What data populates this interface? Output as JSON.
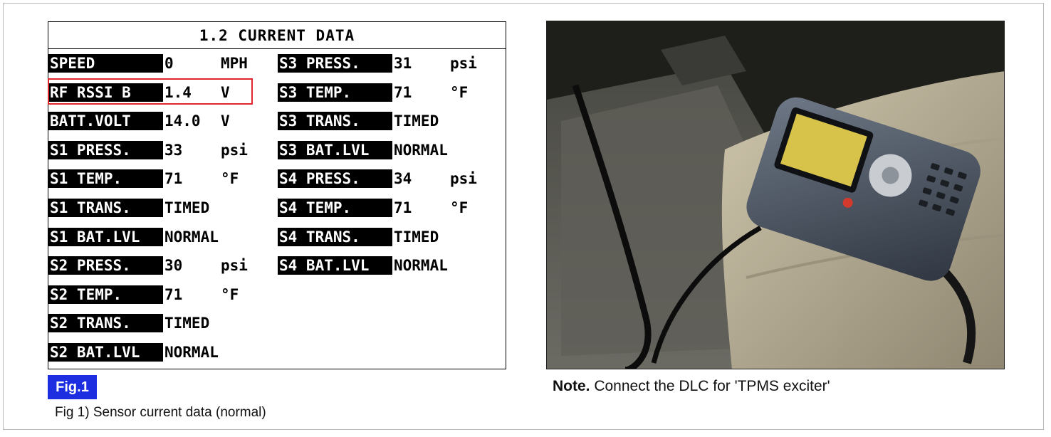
{
  "scanner": {
    "title": "1.2 CURRENT DATA",
    "left_rows": [
      {
        "label": "SPEED",
        "value": "0",
        "unit": "MPH"
      },
      {
        "label": "RF RSSI B",
        "value": "1.4",
        "unit": "V"
      },
      {
        "label": "BATT.VOLT",
        "value": "14.0",
        "unit": "V"
      },
      {
        "label": "S1 PRESS.",
        "value": "33",
        "unit": "psi"
      },
      {
        "label": "S1 TEMP.",
        "value": "71",
        "unit": "°F"
      },
      {
        "label": "S1 TRANS.",
        "value": "TIMED",
        "unit": ""
      },
      {
        "label": "S1 BAT.LVL",
        "value": "NORMAL",
        "unit": ""
      },
      {
        "label": "S2 PRESS.",
        "value": "30",
        "unit": "psi"
      },
      {
        "label": "S2 TEMP.",
        "value": "71",
        "unit": "°F"
      },
      {
        "label": "S2 TRANS.",
        "value": "TIMED",
        "unit": ""
      },
      {
        "label": "S2 BAT.LVL",
        "value": "NORMAL",
        "unit": ""
      }
    ],
    "right_rows": [
      {
        "label": "S3 PRESS.",
        "value": "31",
        "unit": "psi"
      },
      {
        "label": "S3 TEMP.",
        "value": "71",
        "unit": "°F"
      },
      {
        "label": "S3 TRANS.",
        "value": "TIMED",
        "unit": ""
      },
      {
        "label": "S3 BAT.LVL",
        "value": "NORMAL",
        "unit": ""
      },
      {
        "label": "S4 PRESS.",
        "value": "34",
        "unit": "psi"
      },
      {
        "label": "S4 TEMP.",
        "value": "71",
        "unit": "°F"
      },
      {
        "label": "S4 TRANS.",
        "value": "TIMED",
        "unit": ""
      },
      {
        "label": "S4 BAT.LVL",
        "value": "NORMAL",
        "unit": ""
      }
    ]
  },
  "figure": {
    "badge": "Fig.1",
    "caption": "Fig 1) Sensor current data (normal)"
  },
  "note": {
    "bold": "Note.",
    "text": " Connect the DLC for 'TPMS exciter'"
  },
  "colors": {
    "highlight": "#e0262a",
    "badge": "#1c2ee0"
  }
}
